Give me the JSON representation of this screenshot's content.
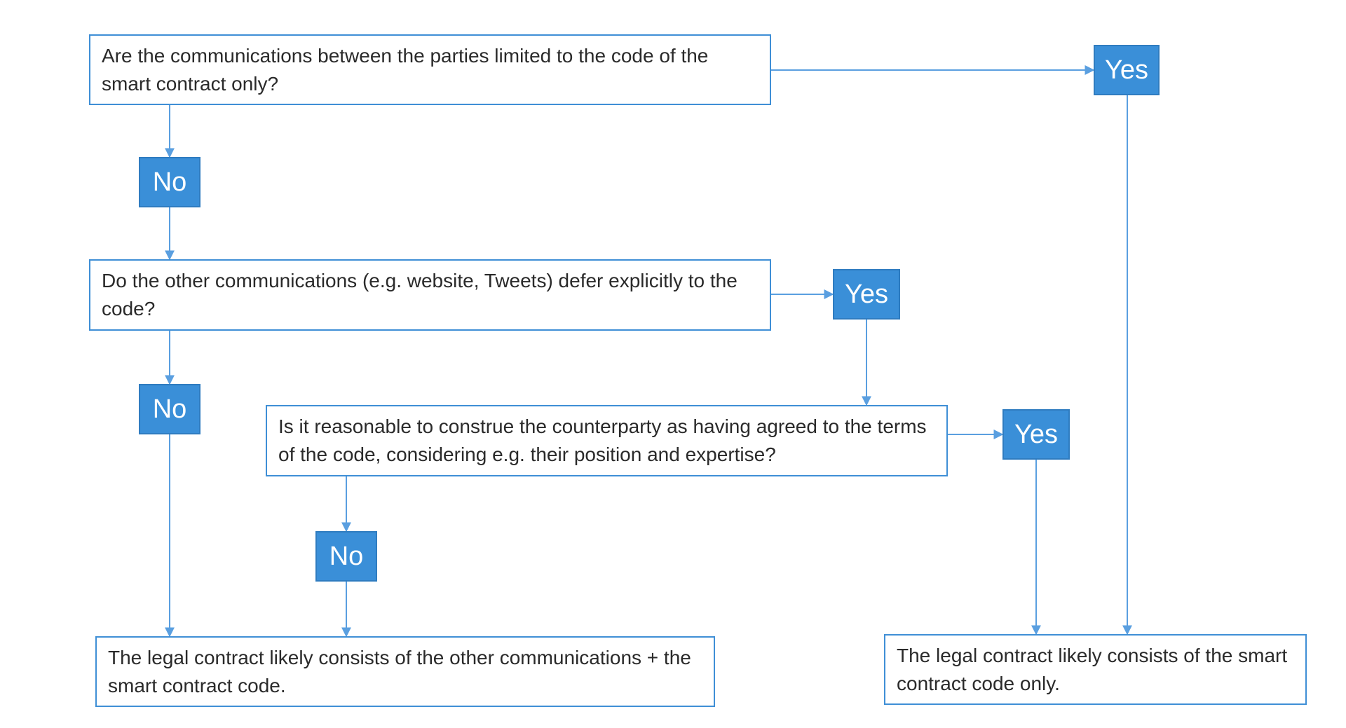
{
  "diagram": {
    "q1": "Are the communications between the parties limited to the code of the smart contract only?",
    "q2": "Do the other communications (e.g. website, Tweets) defer explicitly to the code?",
    "q3": "Is it reasonable to construe the counterparty as having agreed to the terms of the code, considering e.g. their position and expertise?",
    "outcome_other": "The legal contract likely consists of the other communications + the smart contract code.",
    "outcome_code_only": "The legal contract likely consists of the smart contract code only.",
    "yes_label": "Yes",
    "no_label": "No"
  },
  "colors": {
    "accent": "#3a8fd8",
    "line": "#5a9fe0",
    "box_border": "#3f8fd6",
    "text": "#2a2a2a"
  }
}
